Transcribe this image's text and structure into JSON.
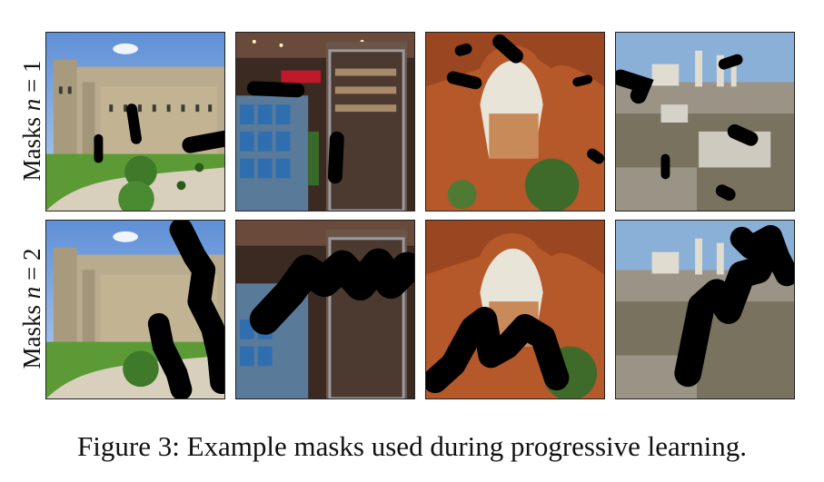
{
  "rows": [
    {
      "label_prefix": "Masks ",
      "label_var": "n",
      "label_suffix": " = 1"
    },
    {
      "label_prefix": "Masks ",
      "label_var": "n",
      "label_suffix": " = 2"
    }
  ],
  "photos": [
    "castle",
    "bookstore",
    "rock-arch",
    "ruins"
  ],
  "caption": "Figure 3: Example masks used during progressive learning.",
  "colors": {
    "mask": "#000000",
    "border": "#222222"
  }
}
